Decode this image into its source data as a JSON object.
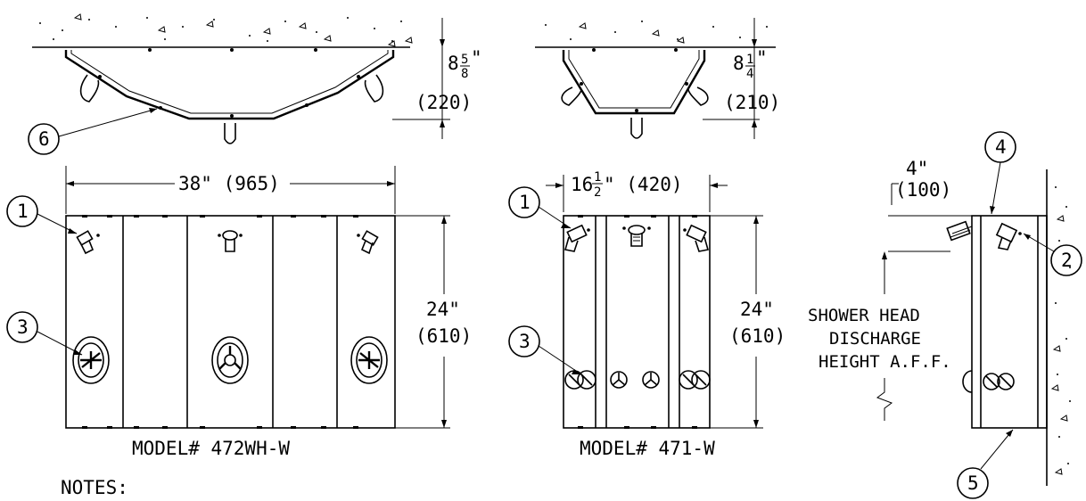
{
  "plan_views": {
    "left": {
      "depth_whole": "8",
      "depth_num": "5",
      "depth_den": "8",
      "depth_inch": "\"",
      "depth_mm": "(220)"
    },
    "right": {
      "depth_whole": "8",
      "depth_num": "1",
      "depth_den": "4",
      "depth_inch": "\"",
      "depth_mm": "(210)"
    }
  },
  "model_472": {
    "width_label": "38\" (965)",
    "height_in": "24\"",
    "height_mm": "(610)",
    "caption": "MODEL# 472WH-W"
  },
  "model_471": {
    "width_whole": "16",
    "width_num": "1",
    "width_den": "2",
    "width_rest": "\" (420)",
    "height_in": "24\"",
    "height_mm": "(610)",
    "caption": "MODEL# 471-W"
  },
  "side_view": {
    "offset_in": "4\"",
    "offset_mm": "(100)",
    "note_line1": "SHOWER HEAD",
    "note_line2": "DISCHARGE",
    "note_line3": "HEIGHT A.F.F."
  },
  "callouts": {
    "c1": "1",
    "c2": "2",
    "c3": "3",
    "c4": "4",
    "c5": "5",
    "c6": "6"
  },
  "notes": {
    "heading": "NOTES:"
  }
}
